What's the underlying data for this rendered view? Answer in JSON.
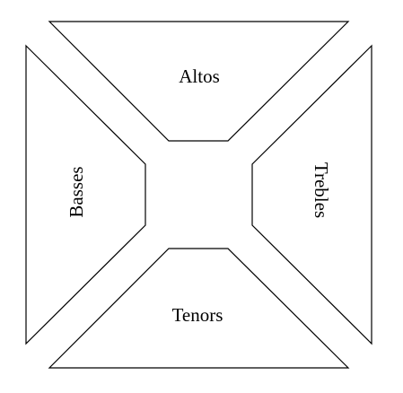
{
  "sections": {
    "top": {
      "label": "Altos"
    },
    "left": {
      "label": "Basses"
    },
    "right": {
      "label": "Trebles"
    },
    "bottom": {
      "label": "Tenors"
    }
  },
  "colors": {
    "stroke": "#000000",
    "fill": "#ffffff",
    "text": "#000000"
  }
}
